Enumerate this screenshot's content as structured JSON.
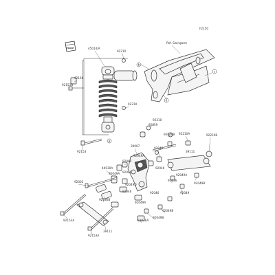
{
  "diagram": {
    "page_code": "F2150",
    "ref_note": "Ref. Swingarm",
    "front_badge": "FRONT",
    "callout_a": "a",
    "callout_b": "b",
    "callout_c": "c",
    "callout_d": "d",
    "part_numbers": {
      "p45014": "45014/A",
      "p92210_top": "92210",
      "p92150_a": "92150",
      "p92153b": "92153B",
      "p92210_mid": "92210",
      "p92153": "92153",
      "p92210_right": "92210",
      "p92049": "92049",
      "p92049b_top": "92049B",
      "p92210a": "92210A",
      "p92210b": "92210B",
      "p39111_top": "39111",
      "p39007": "39007",
      "p92049a_1": "92049A",
      "p92046_1": "92046",
      "p92049_2": "92049",
      "p92046_2": "92046",
      "p92049a_2": "92049A",
      "p40030a": "40030A",
      "p92046_3": "92046",
      "p92036": "92036",
      "p92049b_2": "92049B",
      "p92049a_3": "92049A",
      "p92002": "92002",
      "p92049d": "92049D",
      "p92036b": "92036B",
      "p92046_4": "92046",
      "p92049_3": "92049",
      "p92046_5": "92046",
      "p92049a_4": "92049A",
      "p92049b_3": "92049B",
      "p92036a": "92036A",
      "p92049b_4": "92049B",
      "p92153a_1": "92153A",
      "p39111_bot": "39111",
      "p92153a_2": "92153A"
    }
  }
}
